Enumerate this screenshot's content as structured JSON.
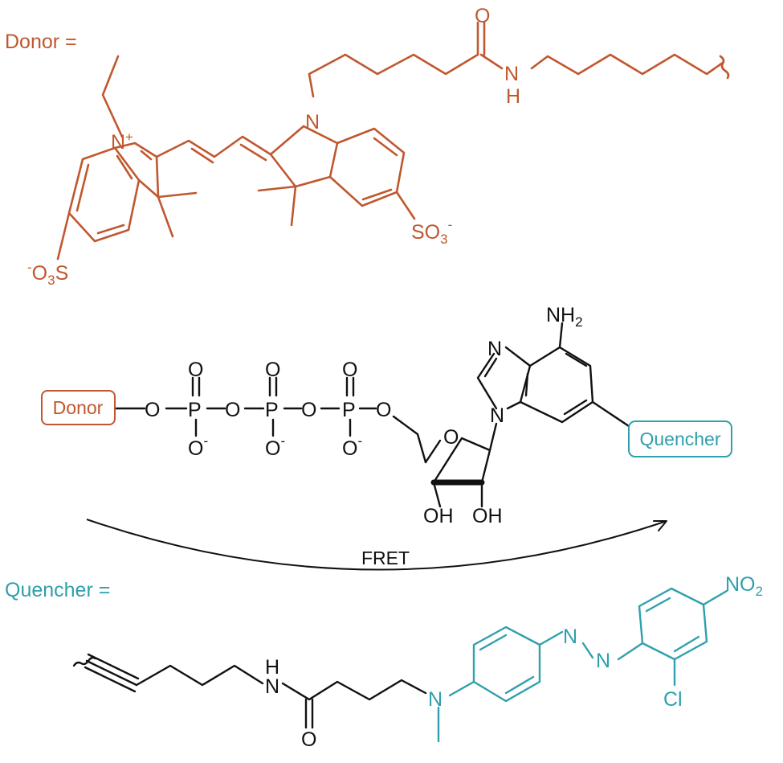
{
  "colors": {
    "donor": "#c0572f",
    "quencher": "#2fa0ad",
    "ink": "#111111"
  },
  "labels": {
    "donor_heading": "Donor =",
    "quencher_heading": "Quencher =",
    "donor_box": "Donor",
    "quencher_box": "Quencher",
    "fret": "FRET"
  },
  "donor_structure": {
    "n_plus": "N",
    "n_plus_charge": "+",
    "n_neutral": "N",
    "amide_o": "O",
    "amide_n": "N",
    "amide_h": "H",
    "sulfonate_right": "SO",
    "sulfonate_right_sub": "3",
    "sulfonate_right_charge": "-",
    "sulfonate_left_charge": "-",
    "sulfonate_left": "O",
    "sulfonate_left_sub": "3",
    "sulfonate_left_s": "S"
  },
  "nucleotide_structure": {
    "bridge_o": [
      "O",
      "O",
      "O",
      "O"
    ],
    "phosphorus": [
      "P",
      "P",
      "P"
    ],
    "double_o": [
      "O",
      "O",
      "O"
    ],
    "anionic_o": [
      "O",
      "O",
      "O"
    ],
    "anionic_charge": "-",
    "ring_o": "O",
    "amine": "NH",
    "amine_sub": "2",
    "base_n_top": "N",
    "base_n_bottom": "N",
    "hydroxyl": [
      "OH",
      "OH"
    ]
  },
  "quencher_structure": {
    "amide_n": "N",
    "amide_h": "H",
    "amide_o": "O",
    "amine_n": "N",
    "azo_n": [
      "N",
      "N"
    ],
    "nitro": "NO",
    "nitro_sub": "2",
    "chloro": "Cl"
  }
}
